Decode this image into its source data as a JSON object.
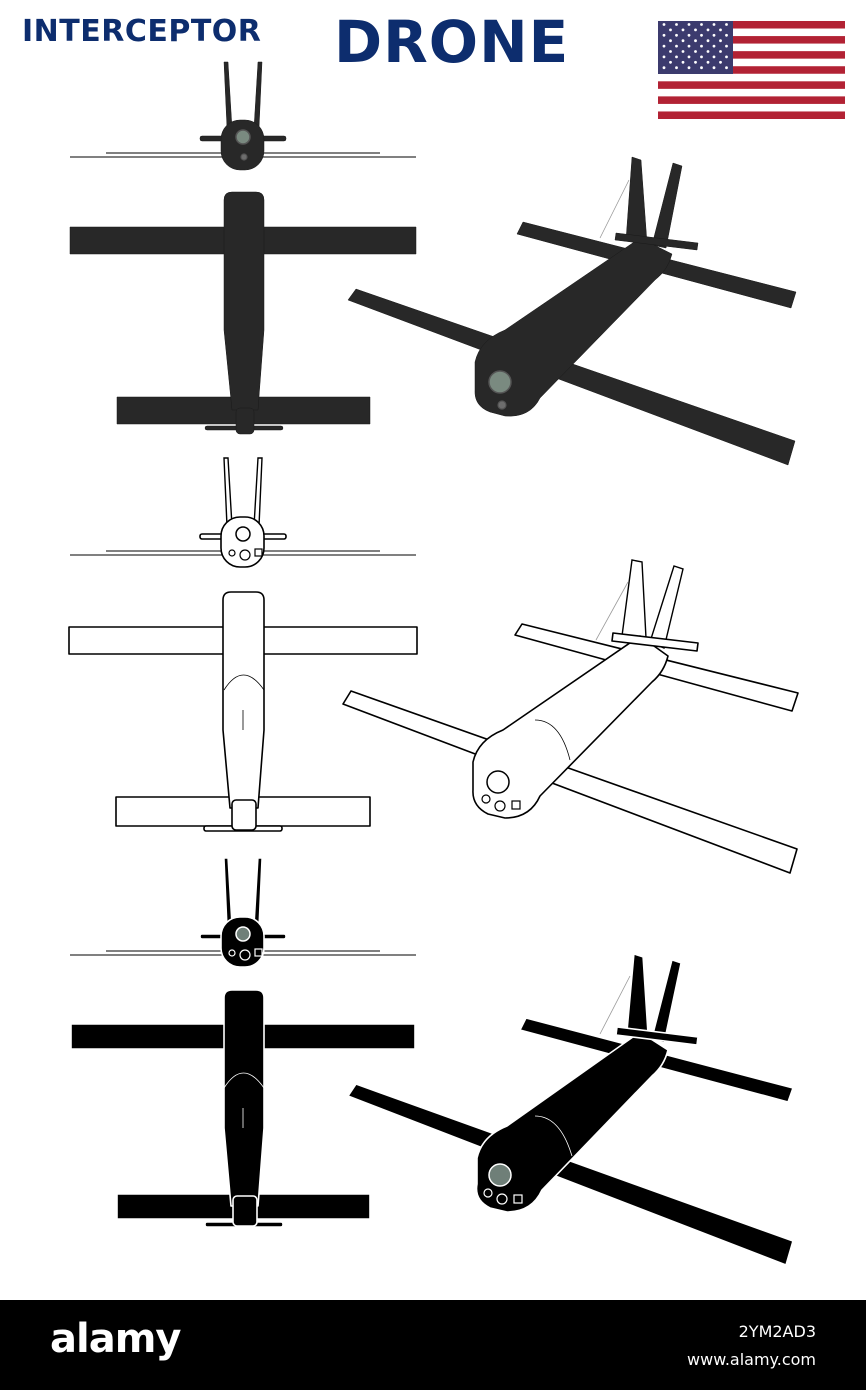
{
  "header": {
    "title_part1": "INTERCEPTOR",
    "title_part2": "DRONE",
    "title_color": "#0d2d6e"
  },
  "flag": {
    "icon": "us-flag-icon",
    "red": "#b22234",
    "blue": "#3c3b6e",
    "white": "#ffffff"
  },
  "views": [
    {
      "variant": "solid-dark",
      "fill": "#282828",
      "stroke": "#1a1a1a"
    },
    {
      "variant": "line-outline",
      "fill": "#ffffff",
      "stroke": "#000000"
    },
    {
      "variant": "silhouette-with-highlights",
      "fill": "#000000",
      "stroke": "#ffffff"
    }
  ],
  "footer": {
    "logo": "alamy",
    "image_id": "2YM2AD3",
    "url": "www.alamy.com"
  }
}
